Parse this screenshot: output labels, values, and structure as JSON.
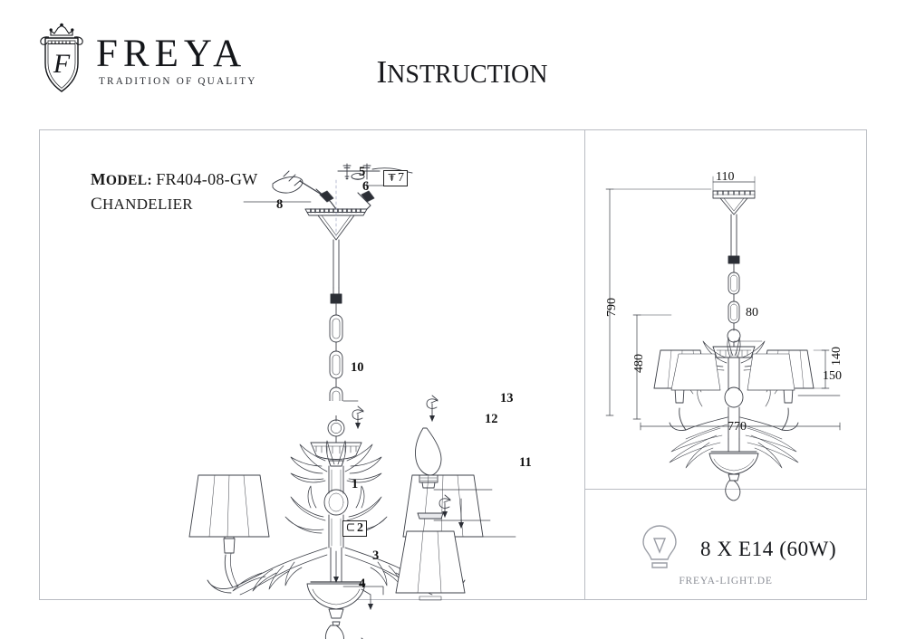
{
  "brand": {
    "name": "FREYA",
    "tagline": "TRADITION OF QUALITY",
    "logo_icon": "shield-crown-monogram-icon"
  },
  "header": {
    "title_first": "I",
    "title_rest": "NSTRUCTION",
    "title_full": "INSTRUCTION"
  },
  "product": {
    "model_label": "MODEL:",
    "model_label_first": "M",
    "model_label_rest": "ODEL:",
    "model_value": "FR404-08-GW",
    "type_first": "C",
    "type_rest": "HANDELIER",
    "type_full": "CHANDELIER"
  },
  "assembly_labels": {
    "part_1": "1",
    "part_2": "2",
    "part_3": "3",
    "part_4": "4",
    "part_5": "5",
    "part_6": "6",
    "part_7": "7",
    "part_8": "8",
    "part_10": "10",
    "part_11": "11",
    "part_12": "12",
    "part_13": "13"
  },
  "dimensions": {
    "canopy_width": "110",
    "total_height": "790",
    "fixture_height": "480",
    "center_column": "80",
    "shade_height": "140",
    "arm_drop": "150",
    "overall_width": "770",
    "unit_note": ""
  },
  "spec": {
    "lamp_icon": "light-bulb-icon",
    "lamp_text": "8 X E14 (60W)",
    "website": "FREYA-LIGHT.DE"
  },
  "colors": {
    "ink": "#1a1a1a",
    "line": "#4a4d55",
    "panel_border": "#b9bcc2",
    "muted": "#8d9098"
  }
}
